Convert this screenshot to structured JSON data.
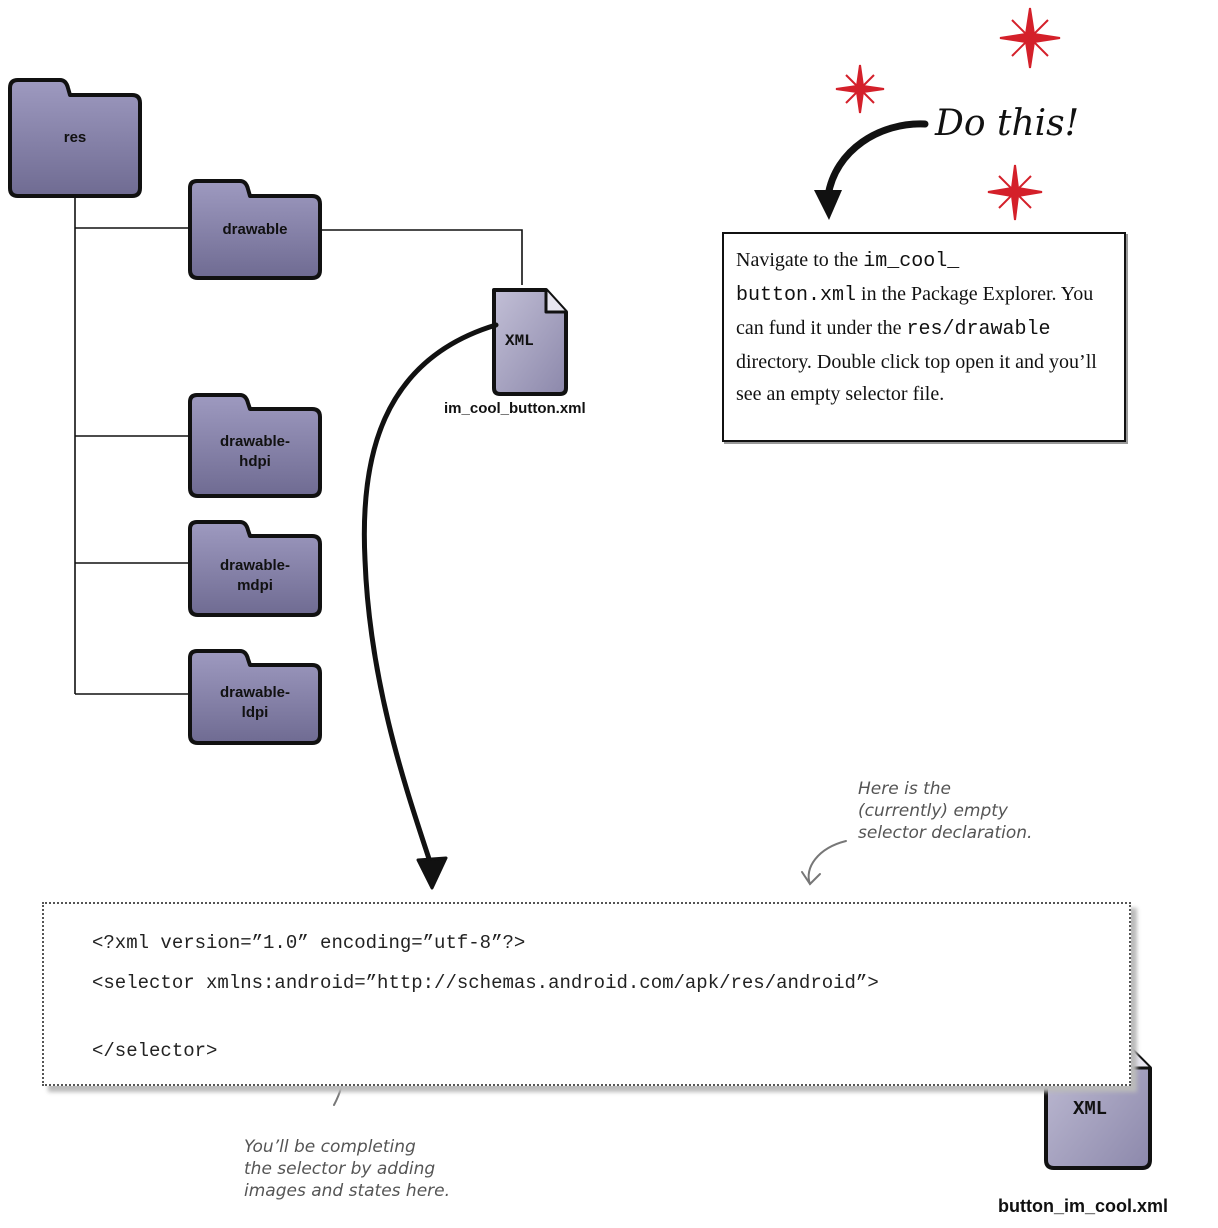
{
  "tree": {
    "root": "res",
    "drawable": "drawable",
    "hdpi": [
      "drawable-",
      "hdpi"
    ],
    "mdpi": [
      "drawable-",
      "mdpi"
    ],
    "ldpi": [
      "drawable-",
      "ldpi"
    ]
  },
  "file1": {
    "icon_text": "XML",
    "name": "im_cool_button.xml"
  },
  "file2": {
    "icon_text": "XML",
    "name": "button_im_cool.xml"
  },
  "callout": {
    "title": "Do this!",
    "parts": {
      "p1": "Navigate to the ",
      "code1": "im_cool_",
      "code2": "button.xml",
      "p2": " in the Package Explorer. You can fund it under the ",
      "code3": "res/drawable",
      "p3": " directory. Double click top open it and you’ll see an empty selector file."
    }
  },
  "code": {
    "line1": "<?xml version=”1.0” encoding=”utf-8”?>",
    "line2": "<selector xmlns:android=”http://schemas.android.com/apk/res/android”>",
    "line3": "</selector>"
  },
  "notes": {
    "top": [
      "Here is the",
      "(currently) empty",
      "selector declaration."
    ],
    "bottom": [
      "You’ll be completing",
      "the selector by adding",
      "images and states here."
    ]
  },
  "colors": {
    "folder": "#8a86a8",
    "folder_dark": "#6e6a8e",
    "sparkle": "#d4202a",
    "file": "#9a96b4"
  }
}
